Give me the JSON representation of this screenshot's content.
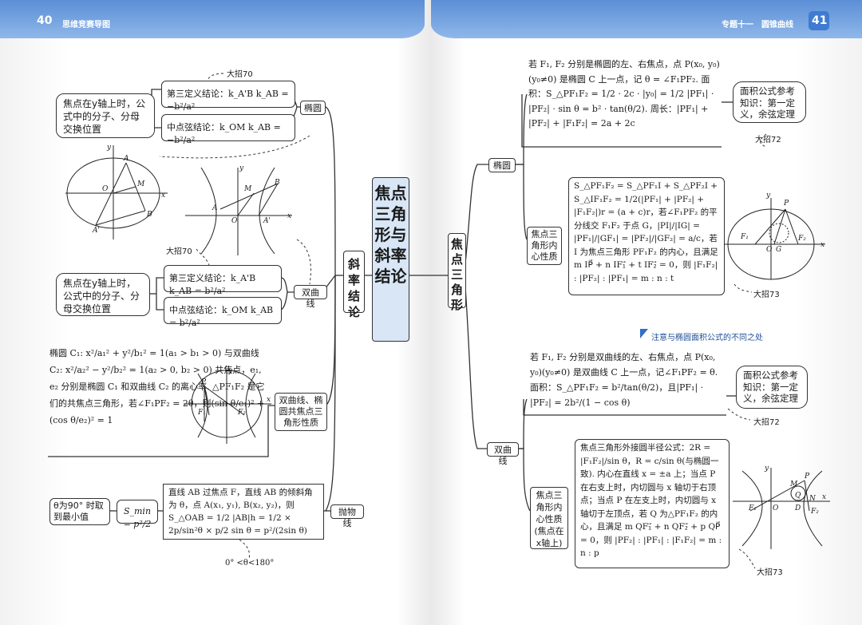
{
  "header": {
    "left_page_number": "40",
    "left_title": "思维竞赛导图",
    "right_title": "专题十一　圆锥曲线",
    "right_page_number": "41"
  },
  "center_title": "焦点三角形与斜率结论",
  "branches": {
    "slope": "斜率结论",
    "focal": "焦点三角形"
  },
  "left": {
    "ellipse": {
      "label": "椭圆",
      "ref": "大招70",
      "note": "焦点在y轴上时，公式中的分子、分母交换位置",
      "third_def": "第三定义结论：k_A'B k_AB = −b²/a²",
      "midpoint": "中点弦结论：k_OM k_AB = −b²/a²"
    },
    "hyperbola": {
      "label": "双曲线",
      "ref": "大招70",
      "note": "焦点在y轴上时，公式中的分子、分母交换位置",
      "third_def": "第三定义结论：k_A'B k_AB = b²/a²",
      "midpoint": "中点弦结论：k_OM k_AB = b²/a²"
    },
    "shared_focus": {
      "label": "双曲线、椭圆共焦点三角形性质",
      "text": "椭圆 C₁: x²/a₁² + y²/b₁² = 1(a₁ > b₁ > 0) 与双曲线 C₂: x²/a₂² − y²/b₂² = 1(a₂ > 0, b₂ > 0) 共焦点，e₁, e₂ 分别是椭圆 C₁ 和双曲线 C₂ 的离心率. △PF₁F₂ 是它们的共焦点三角形，若∠F₁PF₂ = 2θ，则(sin θ/e₁)² + (cos θ/e₂)² = 1"
    },
    "parabola": {
      "label": "抛物线",
      "note": "θ为90° 时取到最小值",
      "formula": "S_min = p²/2",
      "text": "直线 AB 过焦点 F，直线 AB 的倾斜角为 θ，点 A(x₁, y₁), B(x₂, y₂)，则 S_△OAB = 1/2 |AB|h = 1/2 × 2p/sin²θ × p/2 sin θ = p²/(2sin θ)",
      "range": "0° <θ<180°"
    }
  },
  "right": {
    "ellipse": {
      "label": "椭圆",
      "area_text": "若 F₁, F₂ 分别是椭圆的左、右焦点，点 P(x₀, y₀)(y₀≠0) 是椭圆 C 上一点，记 θ = ∠F₁PF₂. 面积：S_△PF₁F₂ = 1/2 · 2c · |y₀| = 1/2 |PF₁| · |PF₂| · sin θ = b² · tan(θ/2). 周长：|PF₁| + |PF₂| + |F₁F₂| = 2a + 2c",
      "area_note": "面积公式参考知识：第一定义，余弦定理",
      "ref1": "大招72",
      "incenter_label": "焦点三角形内心性质",
      "incenter_text": "S_△PF₁F₂ = S_△PF₁I + S_△PF₂I + S_△IF₁F₂ = 1/2(|PF₁| + |PF₂| + |F₁F₂|)r = (a + c)r，若∠F₁PF₂ 的平分线交 F₁F₂ 于点 G，|PI|/|IG| = |PF₁|/|GF₁| = |PF₂|/|GF₂| = a/c，若 I 为焦点三角形 PF₁F₂ 的内心，且满足 m IP⃗ + n IF₁⃗ + t IF₂⃗ = 0，则 |F₁F₂| : |PF₂| : |PF₁| = m : n : t",
      "ref2": "大招73"
    },
    "hyperbola": {
      "label": "双曲线",
      "caution": "注意与椭圆面积公式的不同之处",
      "area_text": "若 F₁, F₂ 分别是双曲线的左、右焦点，点 P(x₀, y₀)(y₀≠0) 是双曲线 C 上一点，记∠F₁PF₂ = θ. 面积：S_△PF₁F₂ = b²/tan(θ/2)，且|PF₁| · |PF₂| = 2b²/(1 − cos θ)",
      "area_note": "面积公式参考知识：第一定义，余弦定理",
      "ref1": "大招72",
      "incenter_label": "焦点三角形内心性质(焦点在x轴上)",
      "incenter_text": "焦点三角形外接圆半径公式：2R = |F₁F₂|/sin θ，R = c/sin θ(与椭圆一致). 内心在直线 x = ±a 上；当点 P 在右支上时，内切圆与 x 轴切于右顶点；当点 P 在左支上时，内切圆与 x 轴切于左顶点，若 Q 为△PF₁F₂ 的内心，且满足 m QF₁⃗ + n QF₂⃗ + p QP⃗ = 0，则 |PF₂| : |PF₁| : |F₁F₂| = m : n : p",
      "ref2": "大招73"
    }
  },
  "figure_labels": {
    "A": "A",
    "B": "B",
    "M": "M",
    "O": "O",
    "A_prime": "A'",
    "x": "x",
    "y": "y",
    "P": "P",
    "F1": "F₁",
    "F2": "F₂",
    "G": "G",
    "D": "D",
    "Q": "Q",
    "N": "N"
  }
}
